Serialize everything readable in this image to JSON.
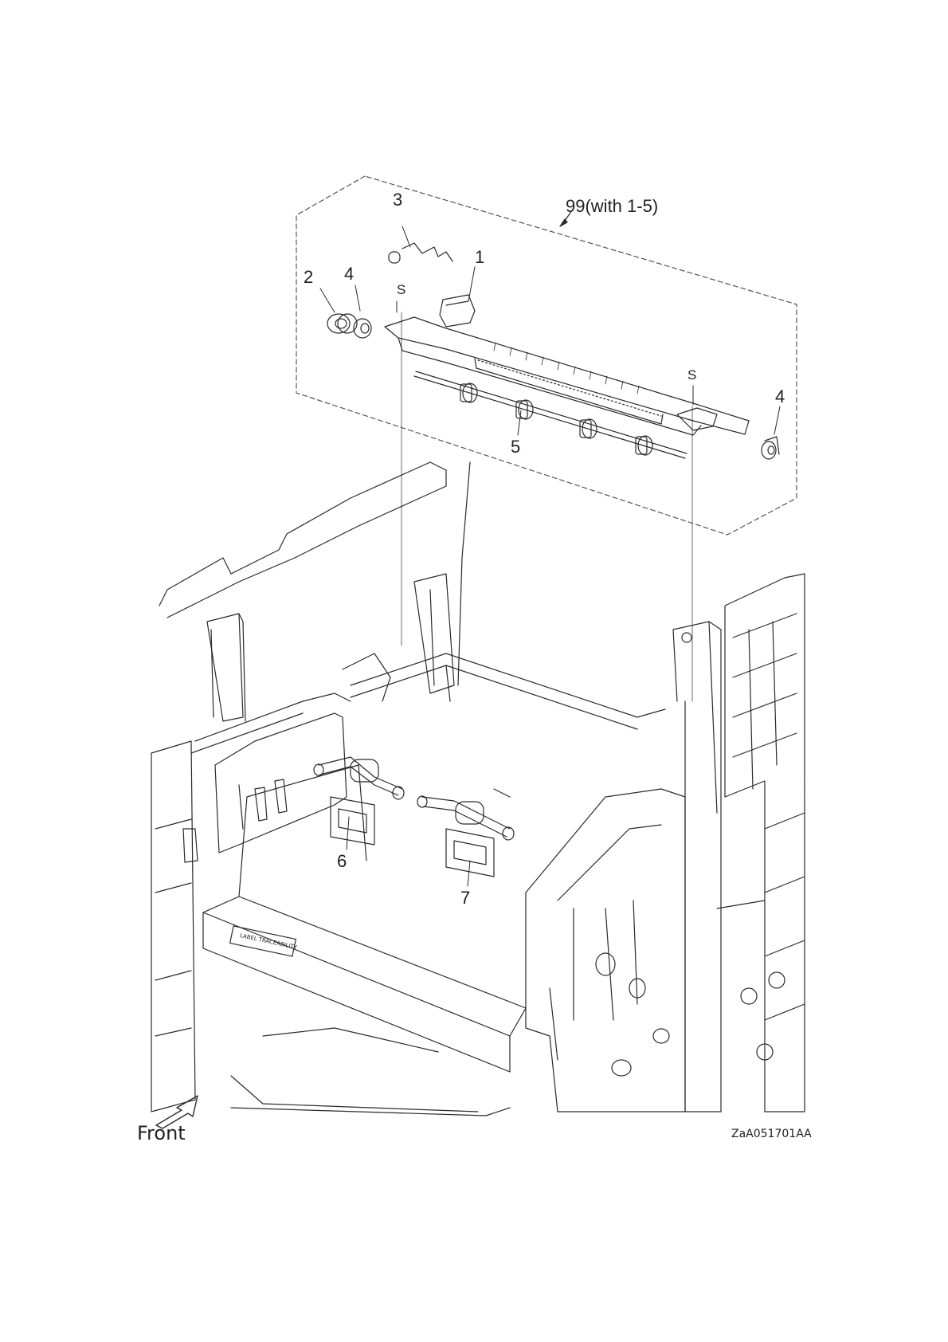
{
  "diagram": {
    "assembly_label": "99(with 1-5)",
    "callouts": {
      "c1": "1",
      "c2": "2",
      "c3": "3",
      "c4a": "4",
      "c4b": "4",
      "c5": "5",
      "c6": "6",
      "c7": "7"
    },
    "screw_marks": {
      "s1": "S",
      "s2": "S"
    },
    "front_label": "Front",
    "drawing_id": "ZaA051701AA",
    "tray_label": "LABEL TRACEABILITY",
    "icons": [
      "front-arrow-icon",
      "leader-arrow-icon"
    ]
  }
}
